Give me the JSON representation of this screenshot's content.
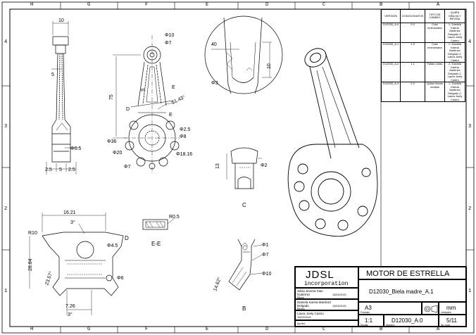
{
  "drawing": {
    "zones_top": [
      "H",
      "G",
      "F",
      "E",
      "D",
      "C",
      "B",
      "A"
    ],
    "zones_bottom": [
      "H",
      "G",
      "F",
      "E",
      "D",
      "C",
      "B",
      "A"
    ],
    "zones_left": [
      "4",
      "3",
      "2",
      "1"
    ],
    "zones_right": [
      "4",
      "3",
      "2",
      "1"
    ]
  },
  "revisions": {
    "headers": [
      "VERSIÓN",
      "CODIGO/DATOS",
      "TIPO DE CAMBIO",
      "QUIÉN DIBUJA Y REVISA"
    ],
    "rows": [
      [
        "D12030_A.0",
        "0.0",
        "Cota innecesaria",
        "1- Daniela Karina Martínez Delgado 2- Laura Joely Castro"
      ],
      [
        "D12030_A.1",
        "1.0",
        "Cota innecesaria",
        "1- Daniela Karina Martínez Delgado 2- Laura Joely Castro"
      ],
      [
        "D12030_A.2",
        "1.1",
        "Faltan cotas",
        "2- Daniela Karina Martínez Delgado 2- Laura Joely Castro"
      ],
      [
        "D12030_A.3",
        "2.0",
        "Quitar líneas ocultas",
        "1- Daniela Karina Martínez Delgado 2- Laura Joely Castro"
      ]
    ]
  },
  "titleblock": {
    "company": "JDSL",
    "company_sub": "incorporation",
    "title": "MOTOR DE ESTRELLA",
    "part_name": "D12030_Biela madre_A.1",
    "drawn_by": "Silvia Jimena Sias Gutiérrez",
    "drawn_date": "15/02/2021",
    "drawn_caption": "Dibujó",
    "checked_by": "Daniela Karina Martínez Delgado",
    "checked_date": "15/02/2021",
    "checked_caption": "Revisó",
    "approved_by": "Laura Joely Castro",
    "approved_date": "15/02/2021",
    "approved_caption": "Aprobó",
    "format_caption": "Formato",
    "size": "A3",
    "units": "mm",
    "units_caption": "Unidades",
    "scale": "1:1",
    "scale_caption": "Escala",
    "number": "D12030_A.0",
    "number_caption": "Número",
    "sheet": "5/11",
    "sheet_caption": "No. hoja"
  },
  "views": {
    "section_d": "D",
    "section_ee": "E-E",
    "detail_c": "C",
    "detail_b": "B"
  },
  "dimensions": {
    "top_width": "10",
    "left_5": "5",
    "left_05": "Φ0.5",
    "bottom_a": "2.5",
    "bottom_b": "5",
    "bottom_c": "2.5",
    "d10": "Φ10",
    "d7_top": "Φ7",
    "h75": "75",
    "angle": "51.43°",
    "d25": "Φ2.5",
    "d8": "Φ8",
    "d36": "Φ36",
    "d20": "Φ20",
    "d1816": "Φ18.16",
    "d7_bot": "Φ7",
    "e_label_top": "E",
    "e_label_bot": "E",
    "m_label": "m",
    "d_label": "D",
    "c_ang40": "40",
    "c_h10": "10",
    "c_d3": "Φ3",
    "c_h13": "13",
    "c_d2": "Φ2",
    "r05": "R0.5",
    "w1621": "16.21",
    "ang3_top": "3°",
    "r10": "R10",
    "h2884": "28.84",
    "ang2357": "23.57°",
    "d45": "Φ4.5",
    "d6": "Φ6",
    "w726": "7.26",
    "ang3_bot": "3°",
    "b_d1": "Φ1",
    "b_d7": "Φ7",
    "b_d10": "Φ10",
    "b_ang": "14.62°"
  }
}
